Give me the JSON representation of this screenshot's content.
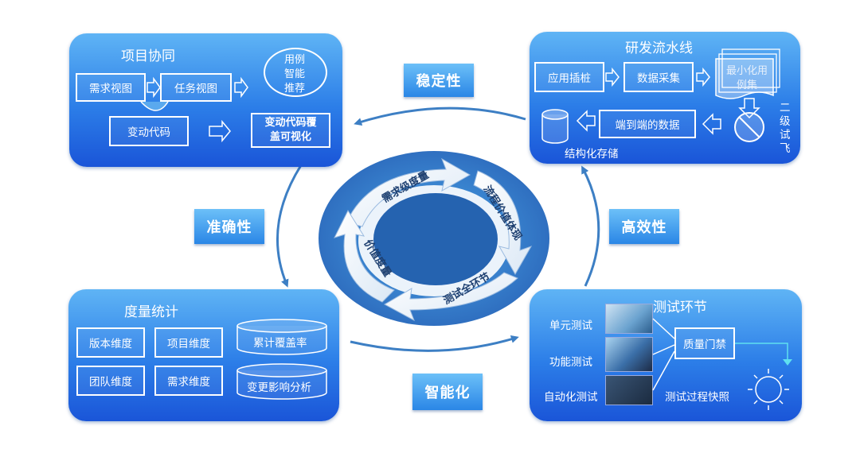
{
  "center_cycle": {
    "steps": [
      "需求级度量",
      "流程价值体现",
      "测试全环节",
      "价值度量"
    ]
  },
  "labels": {
    "top": "稳定性",
    "left": "准确性",
    "right": "高效性",
    "bottom": "智能化"
  },
  "panel_project": {
    "title": "项目协同",
    "box_requirement_view": "需求视图",
    "box_task_view": "任务视图",
    "box_change_code": "变动代码",
    "ellipse_line1": "用例",
    "ellipse_line2": "智能",
    "ellipse_line3": "推荐",
    "coverage_line1": "变动代码覆",
    "coverage_line2": "盖可视化"
  },
  "panel_pipeline": {
    "title": "研发流水线",
    "box_app_instrument": "应用插桩",
    "box_data_collect": "数据采集",
    "doc_line1": "最小化用",
    "doc_line2": "例集",
    "box_e2e_data": "端到端的数据",
    "struct_storage": "结构化存储",
    "gray_c1": "二",
    "gray_c2": "级",
    "gray_c3": "试",
    "gray_c4": "飞"
  },
  "panel_metrics": {
    "title": "度量统计",
    "box_version": "版本维度",
    "box_project": "项目维度",
    "box_team": "团队维度",
    "box_requirement": "需求维度",
    "cyl_coverage": "累计覆盖率",
    "cyl_impact": "变更影响分析"
  },
  "panel_testing": {
    "title": "测试环节",
    "unit_test": "单元测试",
    "func_test": "功能测试",
    "auto_test": "自动化测试",
    "quality_gate": "质量门禁",
    "snapshot": "测试过程快照"
  },
  "colors": {
    "panel_top": "#5fb4f5",
    "panel_bottom": "#1a55d8",
    "ring_outer": "#4a8fd0",
    "ring_inner": "#1e5fa8",
    "arrow": "#3d7fc4"
  }
}
